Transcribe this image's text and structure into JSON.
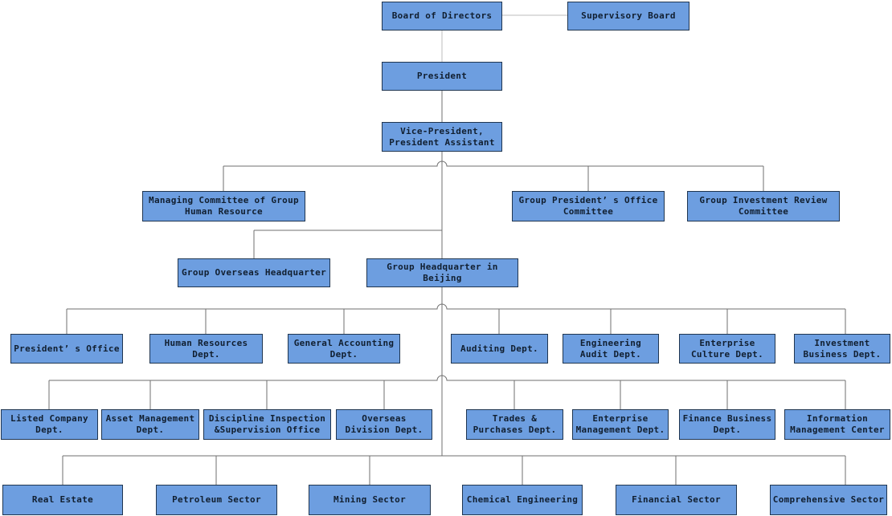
{
  "diagram": {
    "type": "organization-chart",
    "colors": {
      "box_fill": "#6d9ee0",
      "box_border": "#1f3550",
      "box_text": "#111f30",
      "connector": "#6f6f6f",
      "connector_light": "#bcbcbc",
      "background": "#ffffff"
    }
  },
  "nodes": {
    "board": {
      "label": "Board of Directors"
    },
    "supervisory": {
      "label": "Supervisory Board"
    },
    "president": {
      "label": "President"
    },
    "vice_president": {
      "label": "Vice-President,\nPresident Assistant"
    },
    "managing_committee": {
      "label": "Managing Committee of Group\nHuman Resource"
    },
    "group_presidents_office_committee": {
      "label": "Group President’ s Office\nCommittee"
    },
    "group_investment_review_committee": {
      "label": "Group Investment Review\nCommittee"
    },
    "group_overseas_hq": {
      "label": "Group Overseas Headquarter"
    },
    "group_hq_beijing": {
      "label": "Group Headquarter in\nBeijing"
    },
    "presidents_office": {
      "label": "President’ s Office"
    },
    "human_resources": {
      "label": "Human Resources\nDept."
    },
    "general_accounting": {
      "label": "General Accounting\nDept."
    },
    "auditing": {
      "label": "Auditing Dept."
    },
    "engineering_audit": {
      "label": "Engineering\nAudit Dept."
    },
    "enterprise_culture": {
      "label": "Enterprise\nCulture Dept."
    },
    "investment_business": {
      "label": "Investment\nBusiness Dept."
    },
    "listed_company": {
      "label": "Listed Company\nDept."
    },
    "asset_management": {
      "label": "Asset Management\nDept."
    },
    "discipline_inspection": {
      "label": "Discipline Inspection\n&Supervision Office"
    },
    "overseas_division": {
      "label": "Overseas\nDivision Dept."
    },
    "trades_purchases": {
      "label": "Trades &\nPurchases Dept."
    },
    "enterprise_management": {
      "label": "Enterprise\nManagement Dept."
    },
    "finance_business": {
      "label": "Finance Business\nDept."
    },
    "information_management": {
      "label": "Information\nManagement Center"
    },
    "real_estate": {
      "label": "Real Estate"
    },
    "petroleum_sector": {
      "label": "Petroleum Sector"
    },
    "mining_sector": {
      "label": "Mining Sector"
    },
    "chemical_engineering": {
      "label": "Chemical Engineering"
    },
    "financial_sector": {
      "label": "Financial Sector"
    },
    "comprehensive_sector": {
      "label": "Comprehensive Sector"
    }
  }
}
